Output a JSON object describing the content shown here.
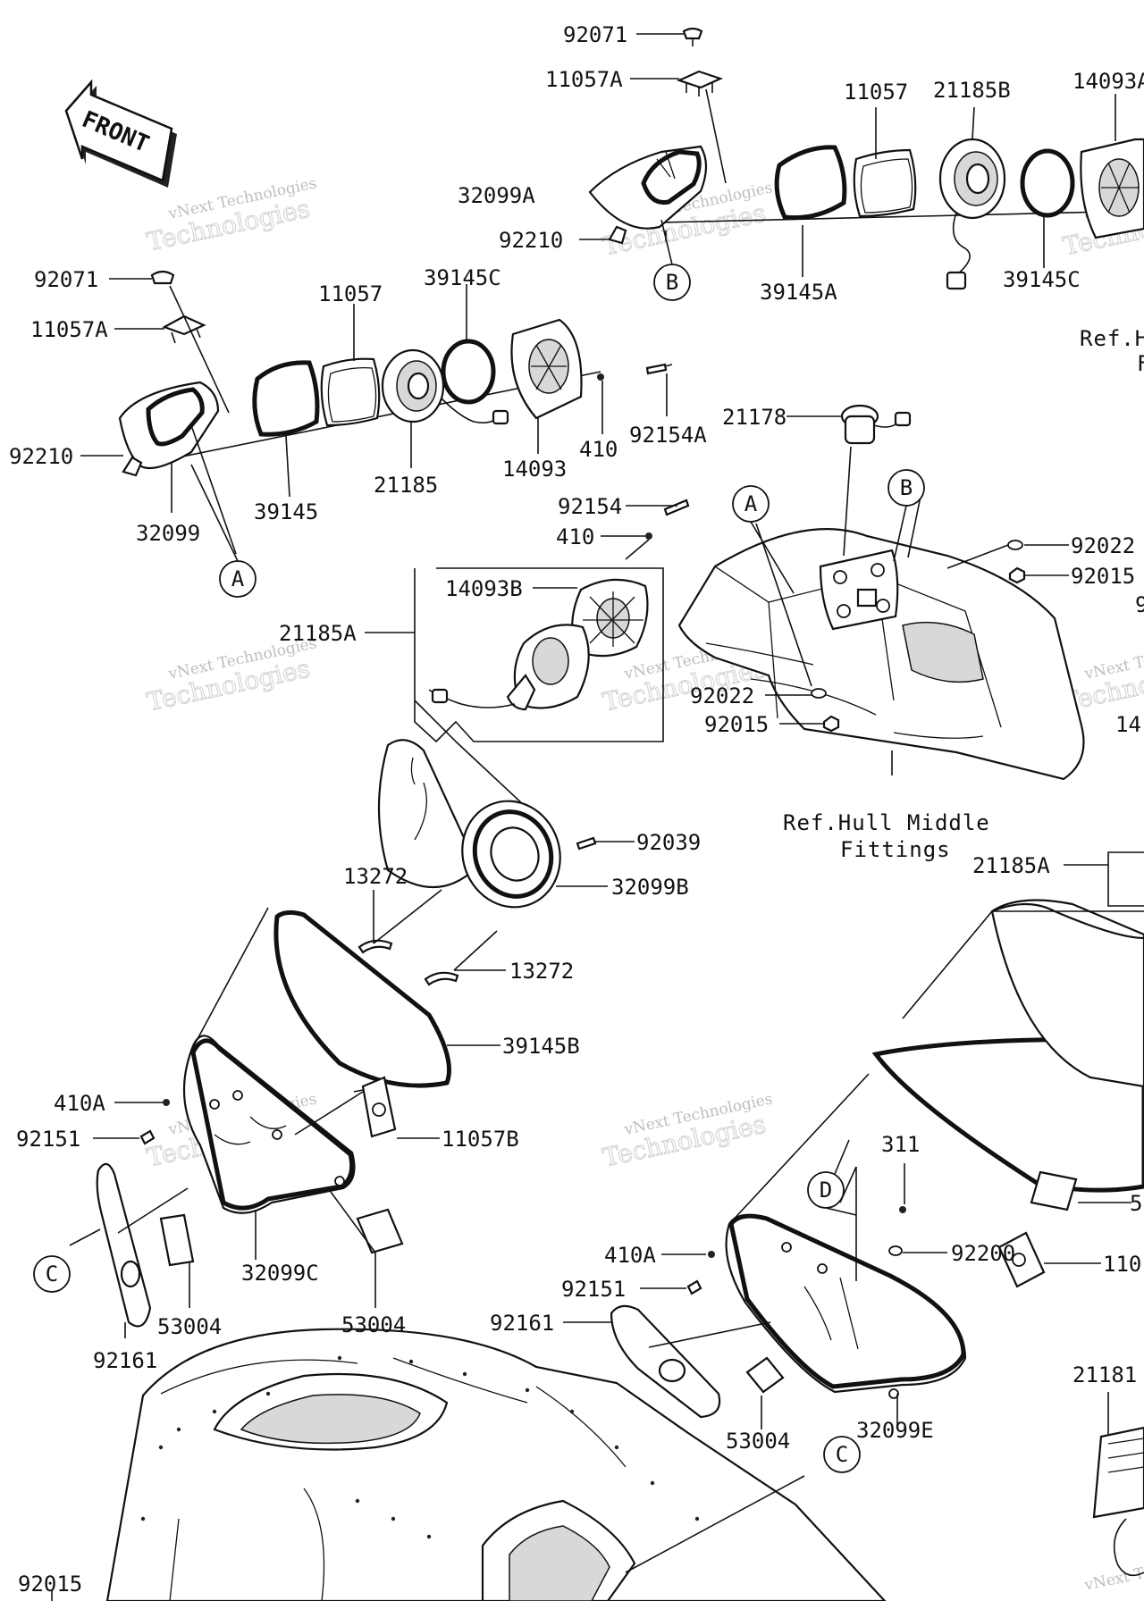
{
  "front_label": "FRONT",
  "watermark": {
    "line1": "vNext Technologies",
    "line2": "Technologies"
  },
  "refs": {
    "hull_middle_line1": "Ref.Hull Middle",
    "hull_middle_line2": "Fittings",
    "hull_right_partial": "Ref.H",
    "hull_right_partial2": "F"
  },
  "callouts": {
    "A": "A",
    "B": "B",
    "C": "C",
    "D": "D"
  },
  "parts": {
    "p92071_top": "92071",
    "p11057A_top": "11057A",
    "p11057_top": "11057",
    "p21185B": "21185B",
    "p14093A": "14093A",
    "p32099A": "32099A",
    "p92210_top": "92210",
    "p39145A": "39145A",
    "p39145C_top": "39145C",
    "p92071_left": "92071",
    "p11057A_left": "11057A",
    "p11057_left": "11057",
    "p39145C_left": "39145C",
    "p92210_left": "92210",
    "p32099": "32099",
    "p39145": "39145",
    "p21185": "21185",
    "p14093": "14093",
    "p410": "410",
    "p92154A": "92154A",
    "p21178": "21178",
    "p92154": "92154",
    "p410_mid": "410",
    "p14093B": "14093B",
    "p21185A": "21185A",
    "p92022_right": "92022",
    "p92015_right": "92015",
    "p92022": "92022",
    "p92015": "92015",
    "p14_right": "14",
    "p9_right": "9",
    "p21185A_right": "21185A",
    "p92039": "92039",
    "p32099B": "32099B",
    "p13272_a": "13272",
    "p13272_b": "13272",
    "p39145B": "39145B",
    "p410A_left": "410A",
    "p92151_left": "92151",
    "p11057B": "11057B",
    "p32099C": "32099C",
    "p53004_a": "53004",
    "p53004_b": "53004",
    "p92161_left": "92161",
    "p311": "311",
    "p92200": "92200",
    "p5_right": "5",
    "p410A_right": "410A",
    "p92151_right": "92151",
    "p110_right": "110",
    "p92161_right": "92161",
    "p53004_c": "53004",
    "p32099E": "32099E",
    "p2118_right": "21181",
    "p92015_bottom": "92015"
  }
}
